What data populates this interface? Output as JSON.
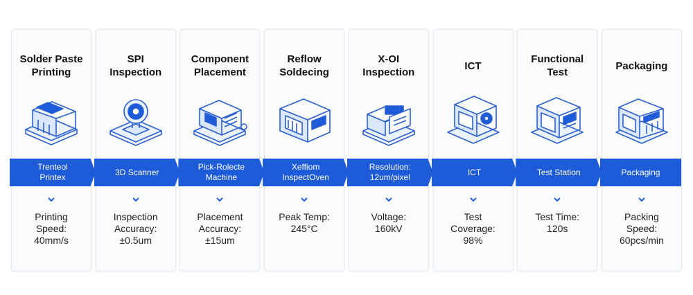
{
  "colors": {
    "accent": "#1d5bd8",
    "icon_stroke": "#2b5fd0",
    "card_border": "#e3e8f1"
  },
  "steps": [
    {
      "title": "Solder Paste\nPrinting",
      "icon": "stencil-printer-icon",
      "banner": "Trenteol\nPrintex",
      "spec": "Printing\nSpeed:\n40mm/s"
    },
    {
      "title": "SPI\nInspection",
      "icon": "3d-scanner-icon",
      "banner": "3D Scanner",
      "spec": "Inspection\nAccuracy:\n±0.5um"
    },
    {
      "title": "Component\nPlacement",
      "icon": "pick-and-place-machine-icon",
      "banner": "Pick-Rolecte\nMachine",
      "spec": "Placement\nAccuracy:\n±15um"
    },
    {
      "title": "Reflow\nSoldecing",
      "icon": "reflow-oven-icon",
      "banner": "Xeffiom\nInspectOven",
      "spec": "Peak Temp:\n245°C"
    },
    {
      "title": "X-OI\nInspection",
      "icon": "x-ray-inspection-icon",
      "banner": "Resolution:\n12um/pixel",
      "spec": "Voltage:\n160kV"
    },
    {
      "title": "ICT",
      "icon": "ict-tester-icon",
      "banner": "ICT",
      "spec": "Test\nCoverage:\n98%"
    },
    {
      "title": "Functional\nTest",
      "icon": "test-station-icon",
      "banner": "Test Station",
      "spec": "Test Time:\n120s"
    },
    {
      "title": "Packaging",
      "icon": "packaging-machine-icon",
      "banner": "Packaging",
      "spec": "Packing\nSpeed:\n60pcs/min"
    }
  ]
}
